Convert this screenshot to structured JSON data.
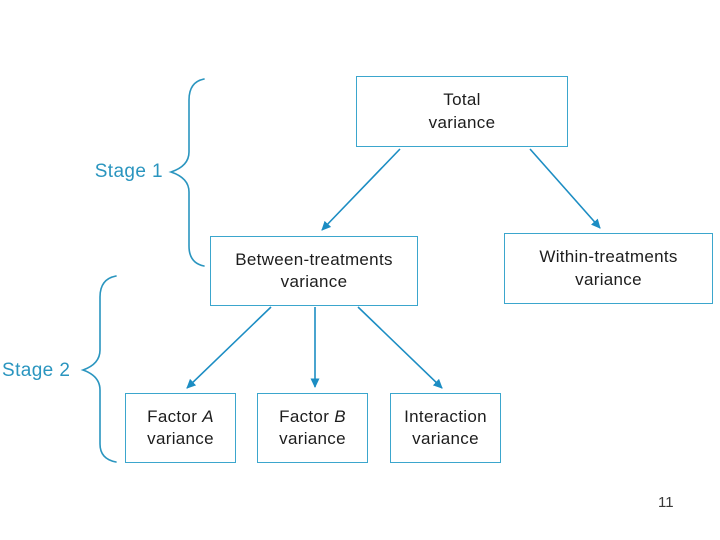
{
  "page": {
    "background": "#ffffff",
    "page_number": "11"
  },
  "colors": {
    "box_border": "#3ba6cd",
    "box_text": "#1d1d1d",
    "arrow": "#1c8dc3",
    "stage_label": "#2a95bf",
    "brace": "#2a95bf",
    "page_number": "#3a3a3a"
  },
  "diagram": {
    "stages": [
      {
        "label": "Stage 1"
      },
      {
        "label": "Stage 2"
      }
    ],
    "nodes": {
      "total": {
        "line1": "Total",
        "line2": "variance"
      },
      "between": {
        "line1": "Between-treatments",
        "line2": "variance"
      },
      "within": {
        "line1": "Within-treatments",
        "line2": "variance"
      },
      "factor_a": {
        "line1_prefix": "Factor ",
        "line1_var": "A",
        "line2": "variance"
      },
      "factor_b": {
        "line1_prefix": "Factor ",
        "line1_var": "B",
        "line2": "variance"
      },
      "interaction": {
        "line1": "Interaction",
        "line2": "variance"
      }
    },
    "edges": [
      {
        "from": "total",
        "to": "between"
      },
      {
        "from": "total",
        "to": "within"
      },
      {
        "from": "between",
        "to": "factor_a"
      },
      {
        "from": "between",
        "to": "factor_b"
      },
      {
        "from": "between",
        "to": "interaction"
      }
    ]
  }
}
